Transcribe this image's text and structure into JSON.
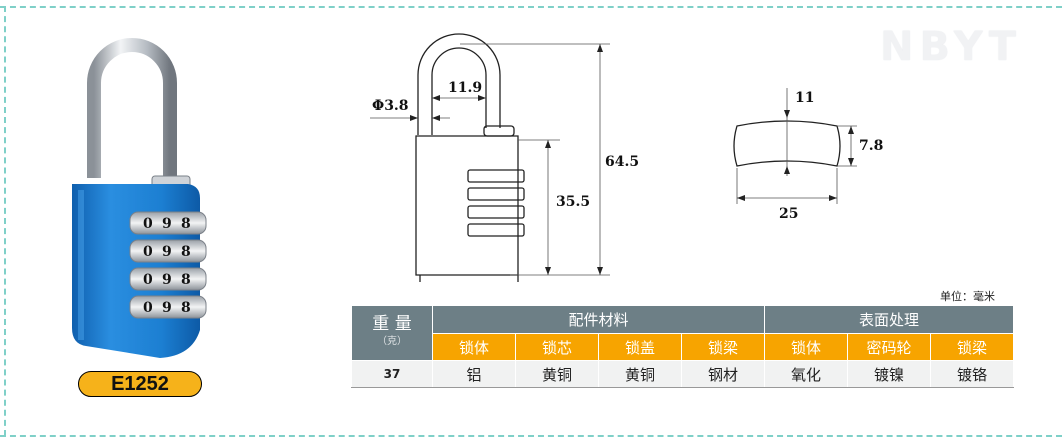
{
  "watermark": "NBYT",
  "model": "E1252",
  "lock_wheels": [
    "0",
    "9",
    "8"
  ],
  "dimensions": {
    "shackle_dia": "Φ3.8",
    "shackle_width": "11.9",
    "total_height": "64.5",
    "body_height": "35.5",
    "thickness": "11",
    "side_height": "7.8",
    "width": "25"
  },
  "unit_label": "单位：毫米",
  "table": {
    "weight_label": "重 量",
    "weight_unit": "（克）",
    "materials_header": "配件材料",
    "surface_header": "表面处理",
    "material_cols": [
      "锁体",
      "锁芯",
      "锁盖",
      "锁梁"
    ],
    "surface_cols": [
      "锁体",
      "密码轮",
      "锁梁"
    ],
    "weight_value": "37",
    "material_values": [
      "铝",
      "黄铜",
      "黄铜",
      "钢材"
    ],
    "surface_values": [
      "氧化",
      "镀镍",
      "镀铬"
    ]
  },
  "colors": {
    "lock_body": "#1c7fd2",
    "header_gray": "#6d7f86",
    "header_orange": "#f7a400",
    "badge": "#f6b21a",
    "border": "#7fd0c8"
  }
}
